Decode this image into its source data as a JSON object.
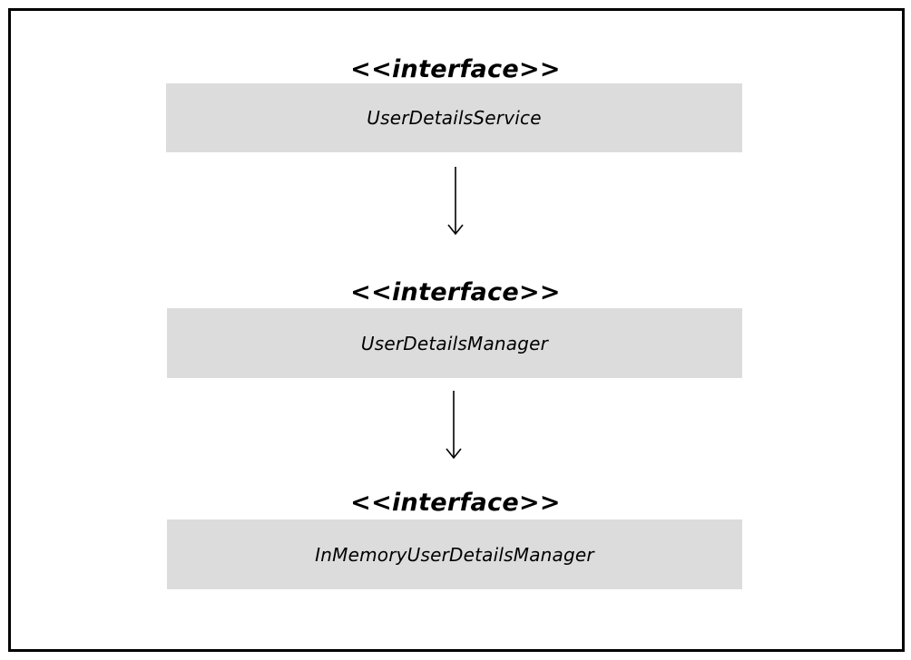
{
  "diagram": {
    "nodes": [
      {
        "stereotype": "<<interface>>",
        "name": "UserDetailsService"
      },
      {
        "stereotype": "<<interface>>",
        "name": "UserDetailsManager"
      },
      {
        "stereotype": "<<interface>>",
        "name": "InMemoryUserDetailsManager"
      }
    ],
    "edges": [
      {
        "from": "UserDetailsService",
        "to": "UserDetailsManager"
      },
      {
        "from": "UserDetailsManager",
        "to": "InMemoryUserDetailsManager"
      }
    ],
    "colors": {
      "box_fill": "#dcdcdc",
      "border": "#000000",
      "text": "#000000"
    }
  }
}
